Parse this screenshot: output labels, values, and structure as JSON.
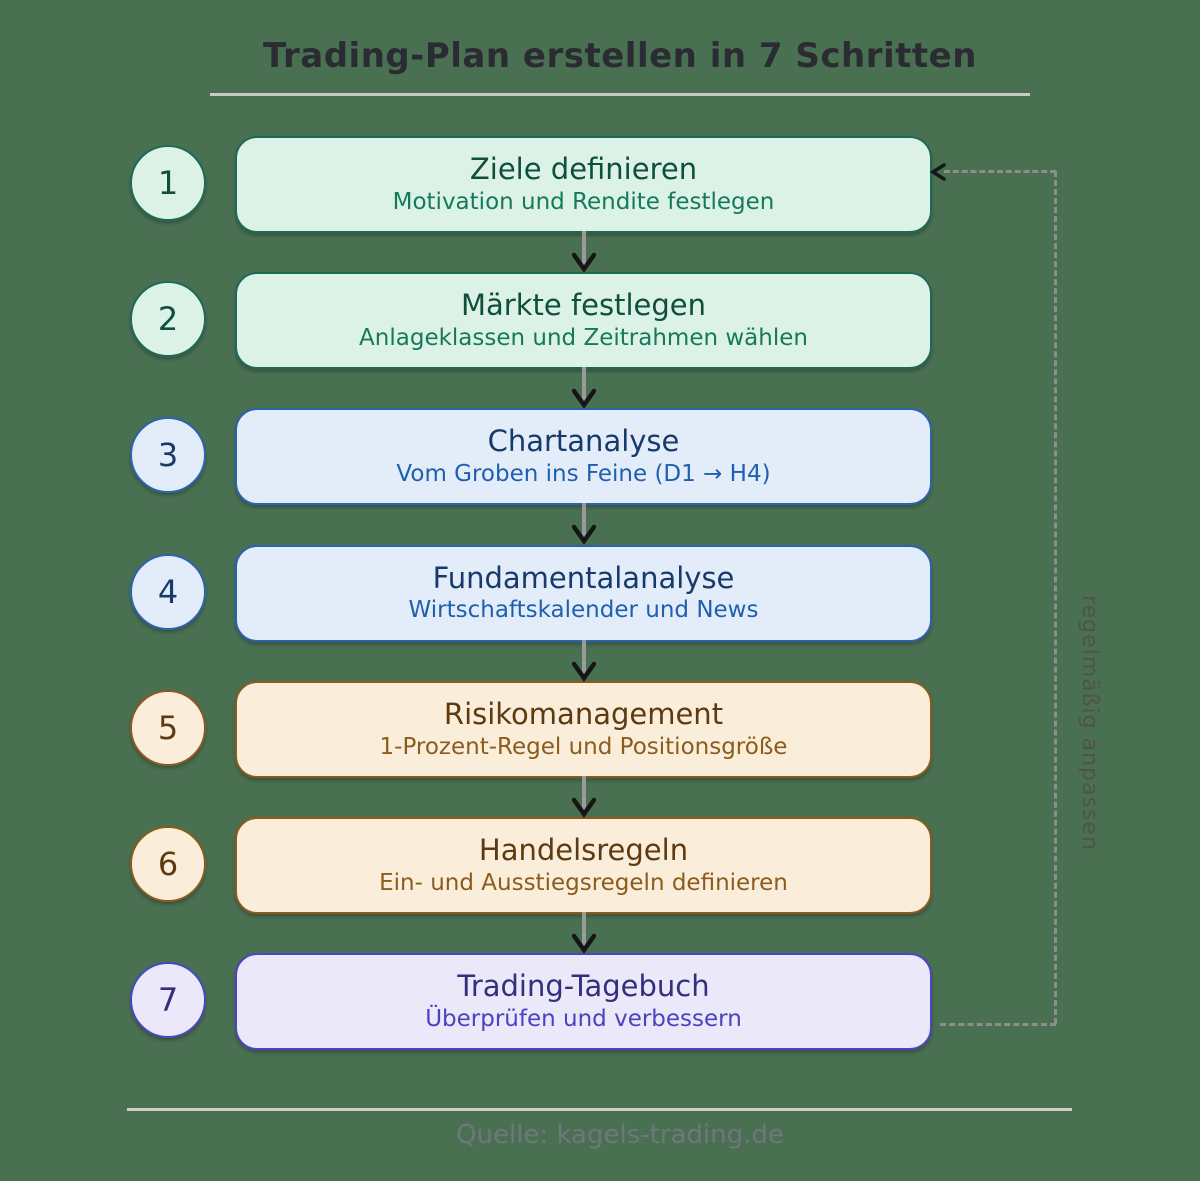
{
  "title": "Trading-Plan erstellen in 7 Schritten",
  "feedback_label": "regelmäßig anpassen",
  "source": "Quelle: kagels-trading.de",
  "steps": [
    {
      "number": "1",
      "title": "Ziele definieren",
      "subtitle": "Motivation und Rendite festlegen",
      "theme": "green"
    },
    {
      "number": "2",
      "title": "Märkte festlegen",
      "subtitle": "Anlageklassen und Zeitrahmen wählen",
      "theme": "green"
    },
    {
      "number": "3",
      "title": "Chartanalyse",
      "subtitle": "Vom Groben ins Feine (D1 → H4)",
      "theme": "blue"
    },
    {
      "number": "4",
      "title": "Fundamentalanalyse",
      "subtitle": "Wirtschaftskalender und News",
      "theme": "blue"
    },
    {
      "number": "5",
      "title": "Risikomanagement",
      "subtitle": "1-Prozent-Regel und Positionsgröße",
      "theme": "orange"
    },
    {
      "number": "6",
      "title": "Handelsregeln",
      "subtitle": "Ein- und Ausstiegsregeln definieren",
      "theme": "orange"
    },
    {
      "number": "7",
      "title": "Trading-Tagebuch",
      "subtitle": "Überprüfen und verbessern",
      "theme": "purple"
    }
  ],
  "themes": {
    "green": {
      "fill": "#ddf2e7",
      "border": "#1b6b58",
      "title": "#0e4f3d",
      "subtitle": "#157a5b"
    },
    "blue": {
      "fill": "#e3edfa",
      "border": "#2c62b2",
      "title": "#173a6b",
      "subtitle": "#1f5fb0"
    },
    "orange": {
      "fill": "#faeeda",
      "border": "#8c5a1e",
      "title": "#5d3a10",
      "subtitle": "#8c5c1c"
    },
    "purple": {
      "fill": "#eae8f9",
      "border": "#4b44c6",
      "title": "#332f7d",
      "subtitle": "#4a43bd"
    }
  },
  "colors": {
    "background": "#4a7052",
    "title_text": "#2b2b33",
    "title_divider": "#c9c9c2",
    "footer_divider": "#cfcfc8",
    "source_text": "#6d777c",
    "feedback_text": "#514f48",
    "arrow_shaft": "#9a9a9a",
    "arrow_head": "#161616",
    "loop_dash": "#8d8d8d"
  }
}
